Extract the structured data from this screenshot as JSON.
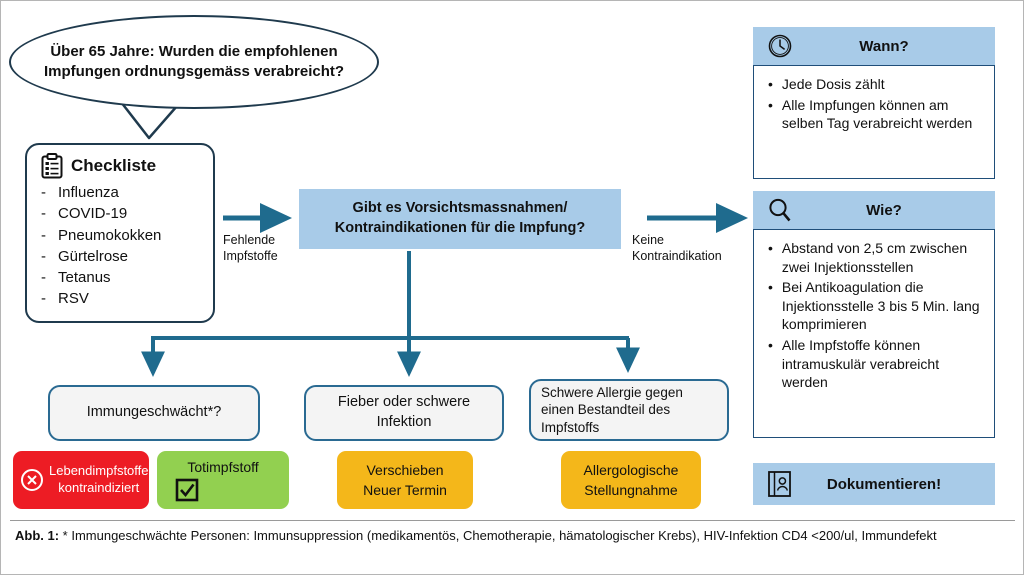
{
  "figure": {
    "bubble_text": "Über 65 Jahre: Wurden die empfohlenen Impfungen ordnungsgemäss verabreicht?",
    "accent_dark_blue": "#1f3a4d",
    "accent_blue": "#2a6a92",
    "light_blue": "#a8cbe8",
    "red": "#ed1c24",
    "green": "#92d050",
    "yellow": "#f4b71a"
  },
  "checklist": {
    "icon": "clipboard-icon",
    "title": "Checkliste",
    "dash": "-",
    "items": [
      "Influenza",
      "COVID-19",
      "Pneumokokken",
      "Gürtelrose",
      "Tetanus",
      "RSV"
    ]
  },
  "decision": {
    "line1": "Gibt es Vorsichtsmassnahmen/",
    "line2": "Kontraindikationen für die Impfung?"
  },
  "arrow_labels": {
    "left": "Fehlende Impfstoffe",
    "right": "Keine Kontraindikation"
  },
  "outcomes": [
    {
      "question": "Immungeschwächt*?",
      "actions": [
        {
          "label_line1": "Lebendimpfstoffe",
          "label_line2": "kontraindiziert",
          "icon": "circle-x-icon",
          "color": "#ed1c24"
        },
        {
          "label_line1": "Totimpfstoff",
          "label_line2": "",
          "icon": "checkbox-checked-icon",
          "color": "#92d050"
        }
      ]
    },
    {
      "question": "Fieber oder schwere Infektion",
      "actions": [
        {
          "label_line1": "Verschieben",
          "label_line2": "Neuer Termin",
          "icon": "",
          "color": "#f4b71a"
        }
      ]
    },
    {
      "question": "Schwere Allergie gegen einen Bestandteil des Impfstoffs",
      "actions": [
        {
          "label_line1": "Allergologische",
          "label_line2": "Stellungnahme",
          "icon": "",
          "color": "#f4b71a"
        }
      ]
    }
  ],
  "panels": [
    {
      "icon": "clock-icon",
      "title": "Wann?",
      "bullet": "•",
      "items": [
        "Jede Dosis zählt",
        "Alle Impfungen können am selben Tag verabreicht werden"
      ]
    },
    {
      "icon": "magnifier-icon",
      "title": "Wie?",
      "bullet": "•",
      "items": [
        "Abstand von 2,5 cm zwischen zwei Injektionsstellen",
        "Bei Antikoagulation die Injektionsstelle 3 bis 5 Min. lang komprimieren",
        "Alle Impfstoffe können intramuskulär verabreicht werden"
      ]
    }
  ],
  "document_bar": {
    "icon": "record-book-person-icon",
    "title": "Dokumentieren!"
  },
  "caption": {
    "label": "Abb. 1:",
    "text": " * Immungeschwächte Personen: Immunsuppression (medikamentös, Chemotherapie, hämatologischer Krebs), HIV-Infektion CD4 <200/ul, Immundefekt"
  }
}
